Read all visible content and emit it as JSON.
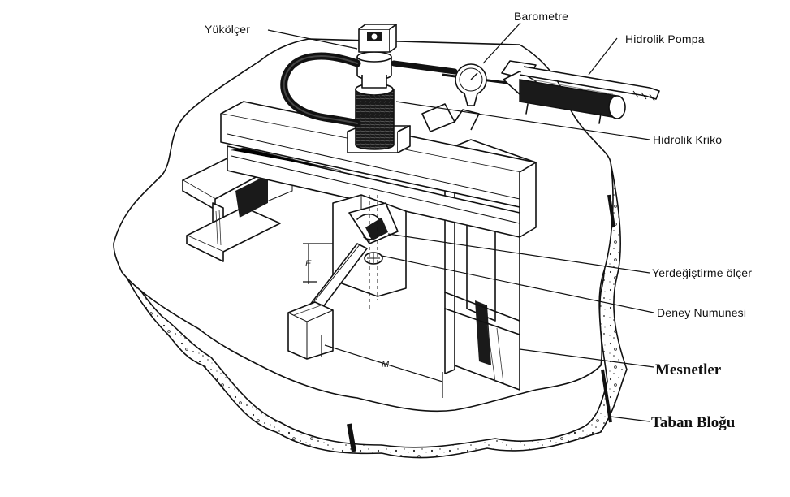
{
  "labels": {
    "load_cell": "Yükölçer",
    "barometer": "Barometre",
    "hydraulic_pump": "Hidrolik Pompa",
    "hydraulic_jack": "Hidrolik Kriko",
    "displacement_gauge": "Yerdeğiştirme ölçer",
    "test_specimen": "Deney Numunesi",
    "supports": "Mesnetler",
    "base_block": "Taban Bloğu"
  },
  "dimensions": {
    "span_mark": "M",
    "height_mark": "E"
  }
}
